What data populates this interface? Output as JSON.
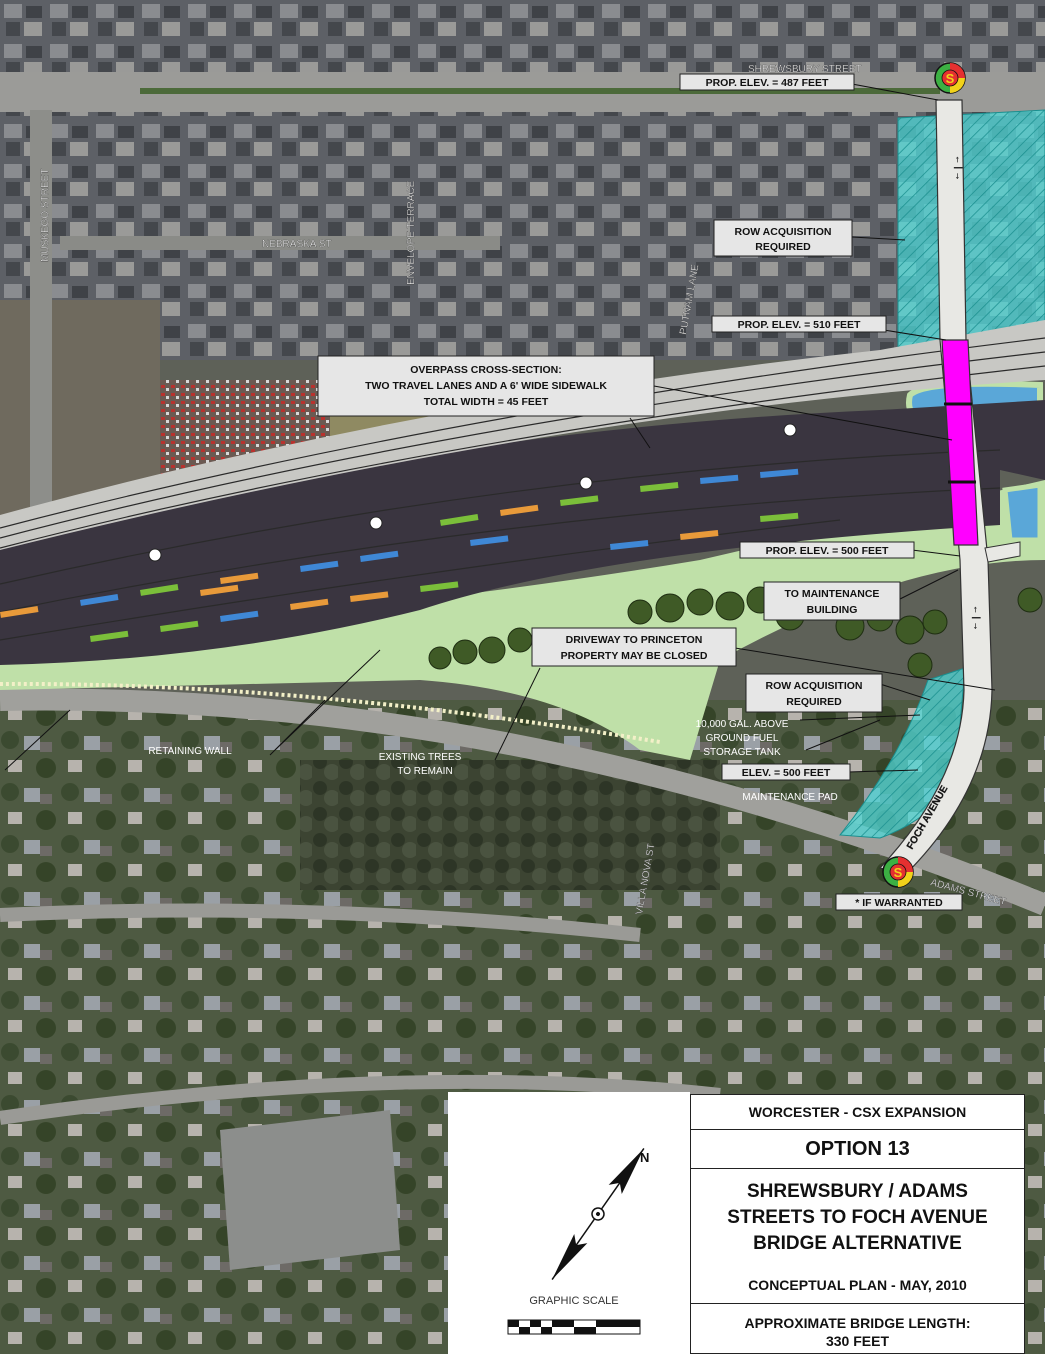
{
  "streets": {
    "shrewsbury": "SHREWSBURY STREET",
    "muskego": "MUSKEGO STREET",
    "nebraska": "NEBRASKA ST",
    "envelope": "ENVELOPE TERRACE",
    "putnam": "PUTNAM LANE",
    "foch": "FOCH AVENUE",
    "adams": "ADAMS STREET",
    "villa": "VILLA NOVA ST"
  },
  "callouts": {
    "prop_elev_top": "PROP. ELEV. = 487 FEET",
    "row_acq_top": [
      "ROW ACQUISITION",
      "REQUIRED"
    ],
    "prop_elev_mid": "PROP. ELEV. = 510 FEET",
    "overpass": [
      "OVERPASS CROSS-SECTION:",
      "TWO TRAVEL LANES AND A 6' WIDE SIDEWALK",
      "TOTAL WIDTH = 45 FEET"
    ],
    "prop_elev_low": "PROP. ELEV. = 500 FEET",
    "to_maintenance": [
      "TO MAINTENANCE",
      "BUILDING"
    ],
    "driveway": [
      "DRIVEWAY TO PRINCETON",
      "PROPERTY MAY BE CLOSED"
    ],
    "row_acq_bottom": [
      "ROW ACQUISITION",
      "REQUIRED"
    ],
    "fuel_tank": [
      "10,000 GAL. ABOVE",
      "GROUND FUEL",
      "STORAGE TANK"
    ],
    "elev_tank": "ELEV. = 500 FEET",
    "maintenance_pad": "MAINTENANCE PAD",
    "retaining_wall": "RETAINING WALL",
    "existing_trees": [
      "EXISTING TREES",
      "TO REMAIN"
    ],
    "if_warranted": "* IF WARRANTED"
  },
  "signals": {
    "top_letter": "S",
    "bottom_letter": "S"
  },
  "road_arrows": {
    "upper": "← | →",
    "lower": "← | →"
  },
  "title_block": {
    "project": "WORCESTER - CSX EXPANSION",
    "option": "OPTION 13",
    "description": [
      "SHREWSBURY / ADAMS",
      "STREETS TO FOCH AVENUE",
      "BRIDGE ALTERNATIVE"
    ],
    "plan_date": "CONCEPTUAL PLAN - MAY, 2010",
    "bridge_length_label": "APPROXIMATE BRIDGE LENGTH:",
    "bridge_length_value": "330 FEET"
  },
  "compass": {
    "north_label": "N",
    "graphic_scale_label": "GRAPHIC SCALE"
  },
  "colors": {
    "row_acquisition": "#4fd6d6",
    "bridge": "#ff00ff",
    "rail_bed": "#3a3540",
    "grass": "#bfe0a8",
    "signal_red": "#e53030",
    "signal_yellow": "#f2d21a",
    "signal_green": "#3cb043"
  }
}
